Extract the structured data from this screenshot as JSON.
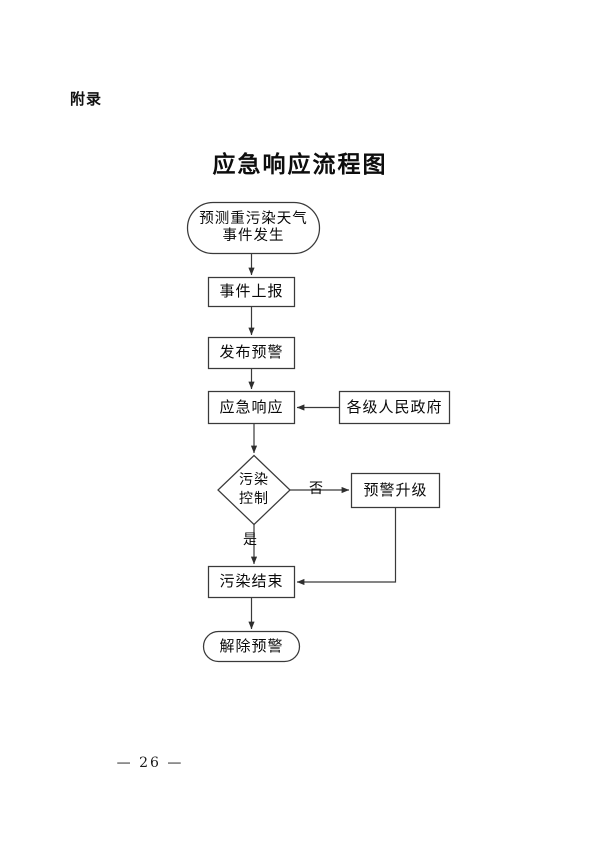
{
  "document": {
    "appendix_label": "附录",
    "title": "应急响应流程图",
    "page_number": "— 26 —"
  },
  "flowchart": {
    "stroke_color": "#3a3a3a",
    "fill_color": "#ffffff",
    "text_color": "#0a0a0a",
    "nodes": [
      {
        "id": "start",
        "shape": "stadium",
        "label": "预测重污染天气\n事件发生",
        "name": "node-start-heavy-pollution-forecast"
      },
      {
        "id": "report",
        "shape": "rectangle",
        "label": "事件上报",
        "name": "node-event-report"
      },
      {
        "id": "warn",
        "shape": "rectangle",
        "label": "发布预警",
        "name": "node-issue-warning"
      },
      {
        "id": "response",
        "shape": "rectangle",
        "label": "应急响应",
        "name": "node-emergency-response"
      },
      {
        "id": "gov",
        "shape": "rectangle",
        "label": "各级人民政府",
        "name": "node-governments-all-levels"
      },
      {
        "id": "decision",
        "shape": "diamond",
        "label": "污染\n控制",
        "name": "node-pollution-controlled-decision"
      },
      {
        "id": "upgrade",
        "shape": "rectangle",
        "label": "预警升级",
        "name": "node-warning-upgrade"
      },
      {
        "id": "end",
        "shape": "rectangle",
        "label": "污染结束",
        "name": "node-pollution-ended"
      },
      {
        "id": "lift",
        "shape": "stadium",
        "label": "解除预警",
        "name": "node-lift-warning"
      }
    ],
    "edges": [
      {
        "from": "start",
        "to": "report",
        "label": ""
      },
      {
        "from": "report",
        "to": "warn",
        "label": ""
      },
      {
        "from": "warn",
        "to": "response",
        "label": ""
      },
      {
        "from": "gov",
        "to": "response",
        "label": ""
      },
      {
        "from": "response",
        "to": "decision",
        "label": ""
      },
      {
        "from": "decision",
        "to": "upgrade",
        "label": "否"
      },
      {
        "from": "decision",
        "to": "end",
        "label": "是"
      },
      {
        "from": "upgrade",
        "to": "end",
        "label": ""
      },
      {
        "from": "end",
        "to": "lift",
        "label": ""
      }
    ],
    "edge_labels": {
      "no": "否",
      "yes": "是"
    }
  }
}
